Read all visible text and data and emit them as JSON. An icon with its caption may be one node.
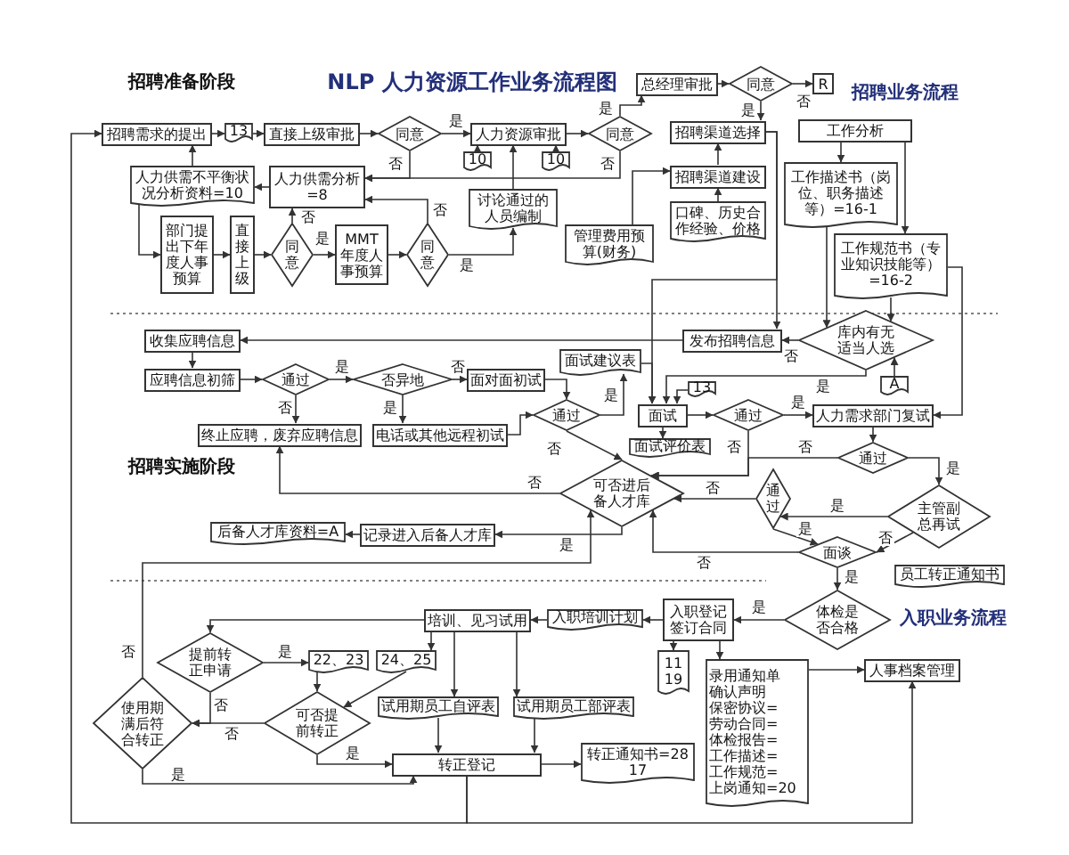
{
  "diagram": {
    "title": "NLP 人力资源工作业务流程图",
    "nodes": [
      {
        "text": [
          "招聘需求的提出"
        ]
      },
      {
        "text": [
          "13"
        ]
      },
      {
        "text": [
          "直接上级审批"
        ]
      },
      {
        "text": [
          "同意"
        ]
      },
      {
        "text": [
          "人力资源审批"
        ]
      },
      {
        "text": [
          "同意"
        ]
      },
      {
        "text": [
          "总经理审批"
        ]
      },
      {
        "text": [
          "同意"
        ]
      },
      {
        "text": [
          "R"
        ]
      },
      {
        "text": [
          "10"
        ]
      },
      {
        "text": [
          "10"
        ]
      },
      {
        "text": [
          "人力供需不平衡状况分析资料=10"
        ]
      },
      {
        "text": [
          "人力供需分析=8"
        ]
      },
      {
        "text": [
          "讨论通过的人员编制"
        ]
      },
      {
        "text": [
          "招聘渠道选择"
        ]
      },
      {
        "text": [
          "招聘渠道建设"
        ]
      },
      {
        "text": [
          "管理费用预算(财务)"
        ]
      },
      {
        "text": [
          "口碑、历史合作经验、价格"
        ]
      },
      {
        "text": [
          "工作分析"
        ]
      },
      {
        "text": [
          "工作描述书（岗位、职务描述等）=16-1"
        ]
      },
      {
        "text": [
          "部门提出下年度人事预算"
        ]
      },
      {
        "text": [
          "直接上级"
        ]
      },
      {
        "text": [
          "同意"
        ]
      },
      {
        "text": [
          "MMT 年度人事预算"
        ]
      },
      {
        "text": [
          "同意"
        ]
      },
      {
        "text": [
          "工作规范书（专业知识技能等）=16-2"
        ]
      },
      {
        "text": [
          "收集应聘信息"
        ]
      },
      {
        "text": [
          "发布招聘信息"
        ]
      },
      {
        "text": [
          "库内有无适当人选"
        ]
      },
      {
        "text": [
          "应聘信息初筛"
        ]
      },
      {
        "text": [
          "通过"
        ]
      },
      {
        "text": [
          "否异地"
        ]
      },
      {
        "text": [
          "面对面初试"
        ]
      },
      {
        "text": [
          "面试建议表"
        ]
      },
      {
        "text": [
          "A"
        ]
      },
      {
        "text": [
          "13"
        ]
      },
      {
        "text": [
          "通过"
        ]
      },
      {
        "text": [
          "面试"
        ]
      },
      {
        "text": [
          "通过"
        ]
      },
      {
        "text": [
          "人力需求部门复试"
        ]
      },
      {
        "text": [
          "终止应聘，废弃应聘信息"
        ]
      },
      {
        "text": [
          "电话或其他远程初试"
        ]
      },
      {
        "text": [
          "面试评价表"
        ]
      },
      {
        "text": [
          "可否进后备人才库"
        ]
      },
      {
        "text": [
          "通过"
        ]
      },
      {
        "text": [
          "通过"
        ]
      },
      {
        "text": [
          "主管副总再试"
        ]
      },
      {
        "text": [
          "后备人才库资料=A"
        ]
      },
      {
        "text": [
          "记录进入后备人才库"
        ]
      },
      {
        "text": [
          "面谈"
        ]
      },
      {
        "text": [
          "员工转正通知书"
        ]
      },
      {
        "text": [
          "入职培训计划"
        ]
      },
      {
        "text": [
          "入职登记签订合同"
        ]
      },
      {
        "text": [
          "体检是否合格"
        ]
      },
      {
        "text": [
          "培训、见习试用"
        ]
      },
      {
        "text": [
          "提前转正申请"
        ]
      },
      {
        "text": [
          "22、23"
        ]
      },
      {
        "text": [
          "24、25"
        ]
      },
      {
        "text": [
          "11",
          "19"
        ]
      },
      {
        "text": [
          "录用通知单",
          "确认声明",
          "保密协议=",
          "劳动合同=",
          "体检报告=",
          "工作描述=",
          "工作规范=",
          "上岗通知=20"
        ]
      },
      {
        "text": [
          "人事档案管理"
        ]
      },
      {
        "text": [
          "可否提前转正"
        ]
      },
      {
        "text": [
          "试用期员工自评表"
        ]
      },
      {
        "text": [
          "试用期员工部评表"
        ]
      },
      {
        "text": [
          "使用期满后符合转正"
        ]
      },
      {
        "text": [
          "转正登记"
        ]
      },
      {
        "text": [
          "转正通知书=28",
          "17"
        ]
      }
    ],
    "edges": [
      {
        "from": 0,
        "to": 1,
        "arrow": "to"
      },
      {
        "from": 1,
        "to": 2,
        "arrow": "to"
      },
      {
        "from": 2,
        "to": 3,
        "arrow": "to"
      },
      {
        "from": 3,
        "to": 4,
        "arrow": "to",
        "label": "是"
      },
      {
        "from": 3,
        "to": 12,
        "arrow": "to",
        "label": "否"
      },
      {
        "from": 4,
        "to": 5,
        "arrow": "to"
      },
      {
        "from": 5,
        "to": 6,
        "arrow": "to",
        "label": "是"
      },
      {
        "from": 5,
        "to": 12,
        "arrow": "to",
        "label": "否"
      },
      {
        "from": 6,
        "to": 7,
        "arrow": "to"
      },
      {
        "from": 7,
        "to": 8,
        "arrow": "to",
        "label": "否"
      },
      {
        "from": 7,
        "to": 14,
        "arrow": "to",
        "label": "是"
      },
      {
        "from": 9,
        "to": 4,
        "arrow": "to"
      },
      {
        "from": 10,
        "to": 4,
        "arrow": "to"
      },
      {
        "from": 13,
        "to": 4,
        "arrow": "to"
      },
      {
        "from": 12,
        "to": 11,
        "arrow": "to"
      },
      {
        "from": 11,
        "to": 0,
        "arrow": "to"
      },
      {
        "from": 11,
        "to": 20,
        "arrow": "to"
      },
      {
        "from": 20,
        "to": 21,
        "arrow": "to"
      },
      {
        "from": 21,
        "to": 22,
        "arrow": "to"
      },
      {
        "from": 22,
        "to": 23,
        "arrow": "to",
        "label": "是"
      },
      {
        "from": 22,
        "to": 12,
        "arrow": "to",
        "label": "否"
      },
      {
        "from": 23,
        "to": 24,
        "arrow": "to"
      },
      {
        "from": 24,
        "to": 13,
        "arrow": "to",
        "label": "是"
      },
      {
        "from": 24,
        "to": 12,
        "arrow": "to",
        "label": "否"
      },
      {
        "from": 15,
        "to": 14,
        "arrow": "to"
      },
      {
        "from": 17,
        "to": 15,
        "arrow": "to"
      },
      {
        "from": 16,
        "to": 15,
        "arrow": "to"
      },
      {
        "from": 14,
        "to": 27,
        "arrow": "to"
      },
      {
        "from": 14,
        "to": 37,
        "arrow": "to"
      },
      {
        "from": 18,
        "to": 19,
        "arrow": "to"
      },
      {
        "from": 18,
        "to": 25,
        "arrow": "to"
      },
      {
        "from": 19,
        "to": 28,
        "arrow": "to"
      },
      {
        "from": 25,
        "to": 28,
        "arrow": "to"
      },
      {
        "from": 25,
        "to": 39,
        "arrow": "to"
      },
      {
        "from": 28,
        "to": 27,
        "arrow": "to",
        "label": "否"
      },
      {
        "from": 28,
        "to": 37,
        "arrow": "to",
        "label": "是"
      },
      {
        "from": 27,
        "to": 26,
        "arrow": "to"
      },
      {
        "from": 26,
        "to": 29,
        "arrow": "to"
      },
      {
        "from": 29,
        "to": 30,
        "arrow": "to"
      },
      {
        "from": 30,
        "to": 31,
        "arrow": "to",
        "label": "是"
      },
      {
        "from": 30,
        "to": 40,
        "arrow": "to",
        "label": "否"
      },
      {
        "from": 31,
        "to": 32,
        "arrow": "to",
        "label": "否"
      },
      {
        "from": 31,
        "to": 41,
        "arrow": "to",
        "label": "是"
      },
      {
        "from": 32,
        "to": 36,
        "arrow": "to"
      },
      {
        "from": 41,
        "to": 36,
        "arrow": "to"
      },
      {
        "from": 36,
        "to": 33,
        "arrow": "to",
        "label": "是"
      },
      {
        "from": 36,
        "to": 43,
        "arrow": "to",
        "label": "否"
      },
      {
        "from": 33,
        "to": 37,
        "arrow": "to"
      },
      {
        "from": 35,
        "to": 37,
        "arrow": "to"
      },
      {
        "from": 37,
        "to": 42,
        "arrow": "to"
      },
      {
        "from": 37,
        "to": 38,
        "arrow": "to"
      },
      {
        "from": 38,
        "to": 39,
        "arrow": "to",
        "label": "是"
      },
      {
        "from": 38,
        "to": 43,
        "arrow": "to",
        "label": "否"
      },
      {
        "from": 39,
        "to": 44,
        "arrow": "to"
      },
      {
        "from": 44,
        "to": 46,
        "arrow": "to",
        "label": "是"
      },
      {
        "from": 44,
        "to": 43,
        "arrow": "to",
        "label": "否"
      },
      {
        "from": 46,
        "to": 45,
        "arrow": "to",
        "label": "是"
      },
      {
        "from": 46,
        "to": 49,
        "arrow": "to",
        "label": "否"
      },
      {
        "from": 45,
        "to": 43,
        "arrow": "to",
        "label": "否"
      },
      {
        "from": 45,
        "to": 49,
        "arrow": "to",
        "label": "是"
      },
      {
        "from": 49,
        "to": 43,
        "arrow": "to",
        "label": "否"
      },
      {
        "from": 49,
        "to": 53,
        "arrow": "to",
        "label": "是"
      },
      {
        "from": 43,
        "to": 40,
        "arrow": "to",
        "label": "否"
      },
      {
        "from": 43,
        "to": 48,
        "arrow": "to",
        "label": "是"
      },
      {
        "from": 48,
        "to": 47,
        "arrow": "to"
      },
      {
        "from": 53,
        "to": 52,
        "arrow": "to",
        "label": "是"
      },
      {
        "from": 52,
        "to": 51,
        "arrow": "to"
      },
      {
        "from": 51,
        "to": 54,
        "arrow": "to"
      },
      {
        "from": 52,
        "to": 58,
        "arrow": "to"
      },
      {
        "from": 52,
        "to": 59,
        "arrow": "to"
      },
      {
        "from": 59,
        "to": 60,
        "arrow": "to"
      },
      {
        "from": 54,
        "to": 55,
        "arrow": "to"
      },
      {
        "from": 54,
        "to": 62,
        "arrow": "to"
      },
      {
        "from": 54,
        "to": 63,
        "arrow": "to"
      },
      {
        "from": 54,
        "to": 57,
        "arrow": "to"
      },
      {
        "from": 55,
        "to": 56,
        "arrow": "to",
        "label": "是"
      },
      {
        "from": 55,
        "to": 64,
        "arrow": "to",
        "label": "否"
      },
      {
        "from": 56,
        "to": 61,
        "arrow": "to"
      },
      {
        "from": 57,
        "to": 61,
        "arrow": "to"
      },
      {
        "from": 61,
        "to": 64,
        "arrow": "to",
        "label": "否"
      },
      {
        "from": 61,
        "to": 65,
        "arrow": "to",
        "label": "是"
      },
      {
        "from": 62,
        "to": 65,
        "arrow": "to"
      },
      {
        "from": 63,
        "to": 65,
        "arrow": "to"
      },
      {
        "from": 64,
        "to": 65,
        "arrow": "to",
        "label": "是"
      },
      {
        "from": 64,
        "to": 43,
        "arrow": "to",
        "label": "否"
      },
      {
        "from": 65,
        "to": 66,
        "arrow": "to"
      },
      {
        "from": 65,
        "to": 60,
        "arrow": "to"
      },
      {
        "from": 65,
        "to": 0,
        "arrow": "to"
      },
      {
        "from": 34,
        "to": 28,
        "arrow": "to"
      }
    ],
    "labels": [
      "招聘准备阶段",
      "招聘业务流程",
      "招聘实施阶段",
      "入职业务流程"
    ]
  }
}
